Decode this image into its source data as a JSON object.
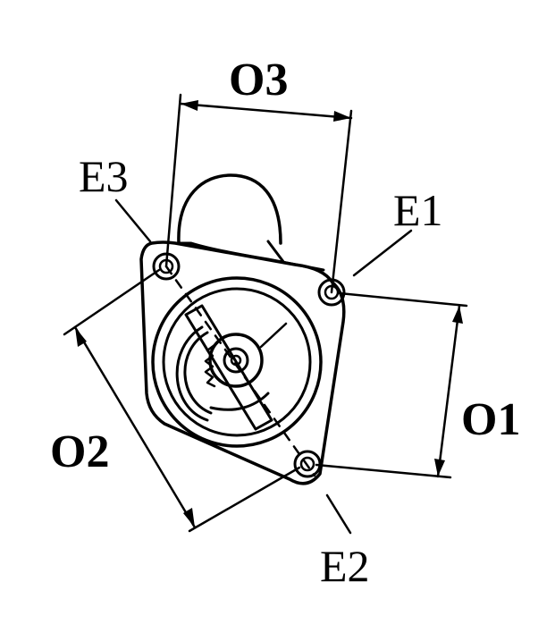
{
  "labels": {
    "o1": "O1",
    "o2": "O2",
    "o3": "O3",
    "e1": "E1",
    "e2": "E2",
    "e3": "E3"
  },
  "colors": {
    "background": "#ffffff",
    "ink": "#000000"
  }
}
